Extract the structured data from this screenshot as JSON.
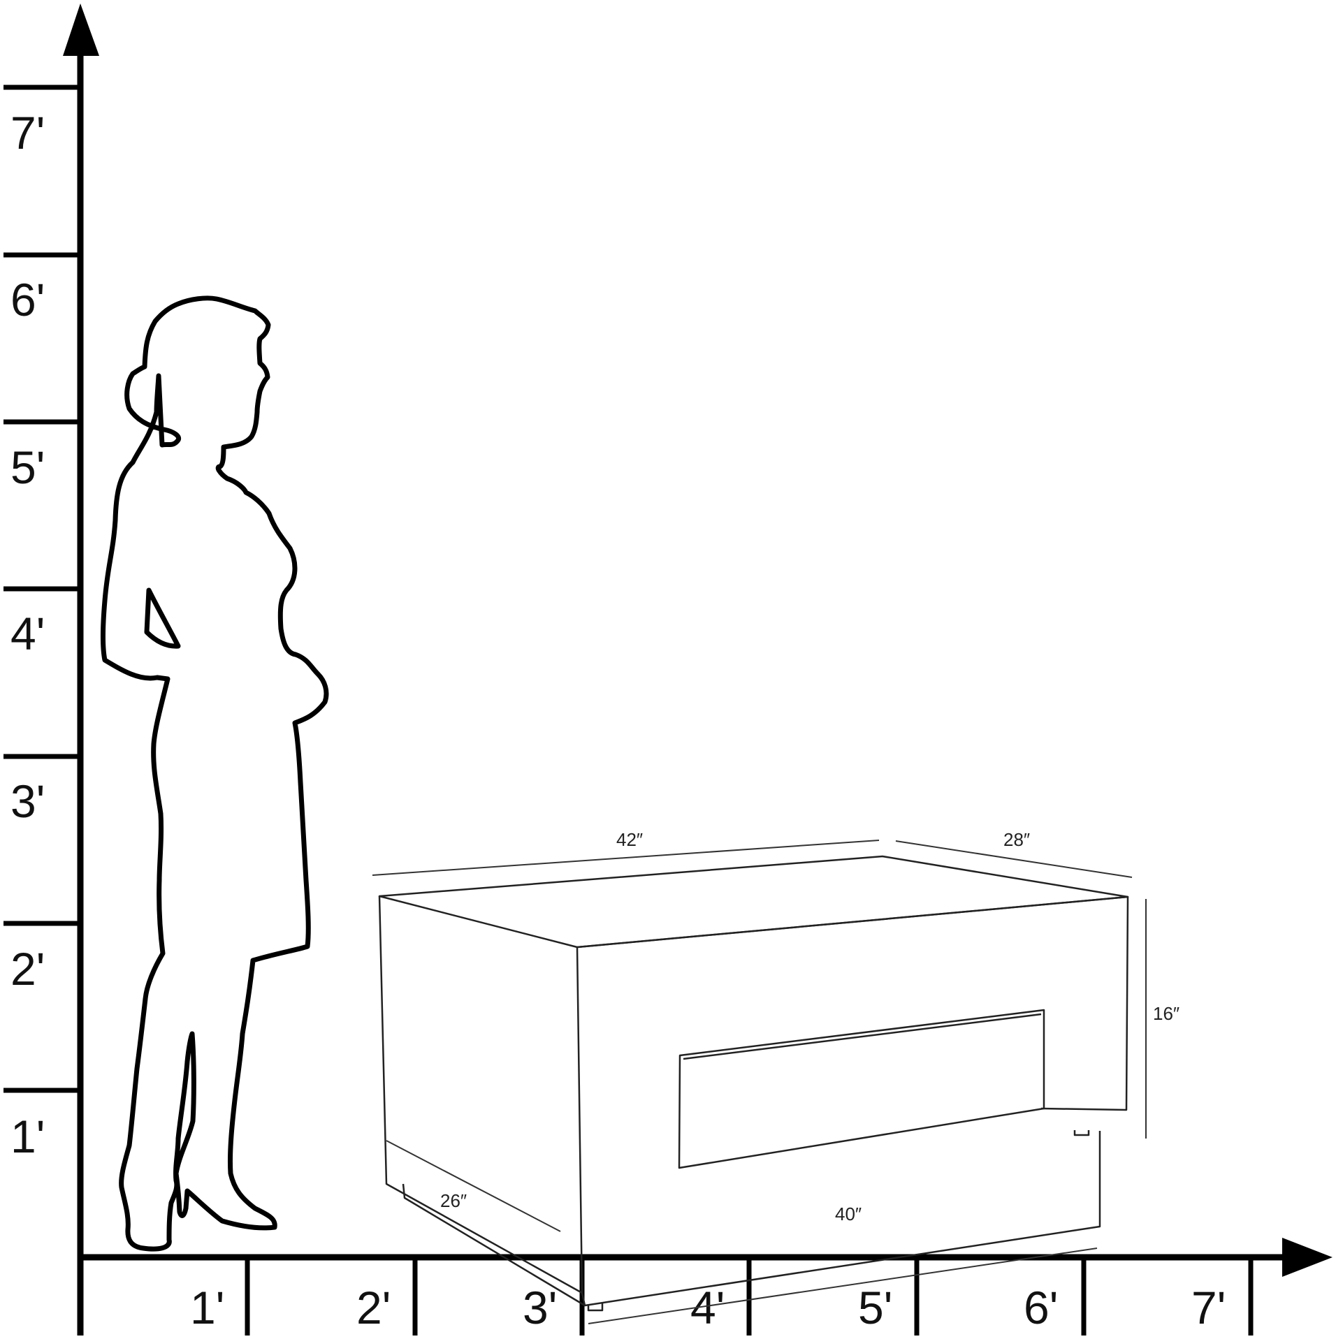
{
  "colors": {
    "line": "#000000",
    "thin_line": "#222222",
    "background": "#ffffff"
  },
  "axes": {
    "y_ticks": [
      "1'",
      "2'",
      "3'",
      "4'",
      "5'",
      "6'",
      "7'"
    ],
    "x_ticks": [
      "1'",
      "2'",
      "3'",
      "4'",
      "5'",
      "6'",
      "7'"
    ]
  },
  "figure": {
    "icon": "woman-silhouette-icon"
  },
  "table": {
    "dimensions": {
      "top_length": "42″",
      "top_depth": "28″",
      "height": "16″",
      "base_depth": "26″",
      "base_length": "40″"
    }
  }
}
